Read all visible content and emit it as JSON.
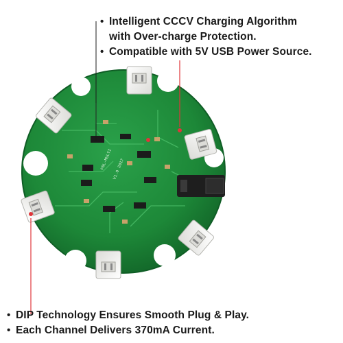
{
  "top_features": [
    {
      "lines": [
        "Intelligent CCCV Charging Algorithm",
        "with Over-charge Protection."
      ]
    },
    {
      "lines": [
        "Compatible with 5V USB Power Source."
      ]
    }
  ],
  "bottom_features": [
    {
      "lines": [
        "DIP Technology Ensures Smooth Plug & Play."
      ]
    },
    {
      "lines": [
        "Each Channel Delivers 370mA Current."
      ]
    }
  ],
  "bullet_glyph": "•",
  "colors": {
    "pcb_green": "#1f8a3a",
    "pcb_dark": "#0f5d25",
    "connector_white": "#f4f4f2",
    "callout_red": "#e0353a",
    "text": "#1a1a1a"
  }
}
